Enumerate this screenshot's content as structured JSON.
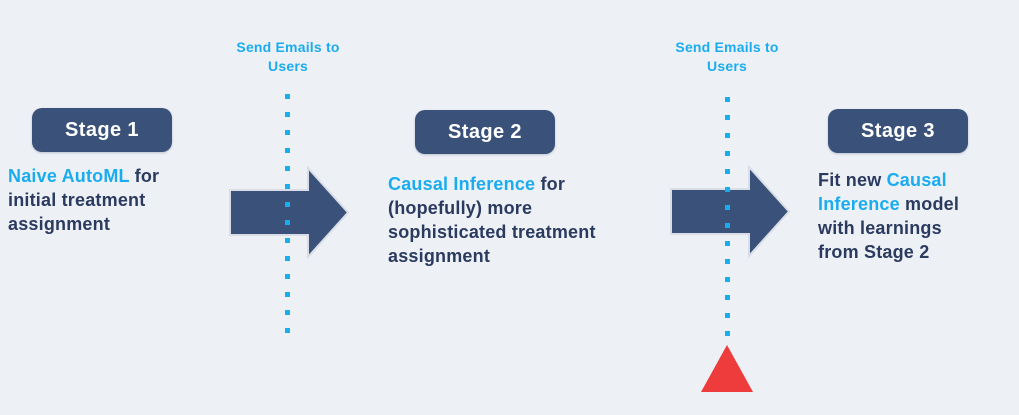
{
  "colors": {
    "background": "#EDF1F6",
    "shape_navy": "#3A527A",
    "dark_text": "#2B3A5F",
    "accent": "#1AACEF",
    "arrow_outline": "#D9DEE6",
    "dot": "#18AEEE",
    "red": "#EE3B3C"
  },
  "email_labels": [
    {
      "lines": [
        "Send Emails to",
        "Users"
      ]
    },
    {
      "lines": [
        "Send Emails to",
        "Users"
      ]
    }
  ],
  "stages": [
    {
      "badge": "Stage 1",
      "lines": [
        [
          {
            "t": "Naive AutoML",
            "c": "accent"
          },
          {
            "t": " for",
            "c": ""
          }
        ],
        [
          {
            "t": "initial treatment",
            "c": ""
          }
        ],
        [
          {
            "t": "assignment",
            "c": ""
          }
        ]
      ]
    },
    {
      "badge": "Stage 2",
      "lines": [
        [
          {
            "t": "Causal Inference",
            "c": "accent"
          },
          {
            "t": " for",
            "c": ""
          }
        ],
        [
          {
            "t": "(hopefully) more",
            "c": ""
          }
        ],
        [
          {
            "t": "sophisticated treatment",
            "c": ""
          }
        ],
        [
          {
            "t": "assignment",
            "c": ""
          }
        ]
      ]
    },
    {
      "badge": "Stage 3",
      "lines": [
        [
          {
            "t": "Fit new ",
            "c": ""
          },
          {
            "t": "Causal",
            "c": "accent"
          }
        ],
        [
          {
            "t": "Inference",
            "c": "accent"
          },
          {
            "t": " model",
            "c": ""
          }
        ],
        [
          {
            "t": "with learnings",
            "c": ""
          }
        ],
        [
          {
            "t": "from Stage 2",
            "c": ""
          }
        ]
      ]
    }
  ]
}
